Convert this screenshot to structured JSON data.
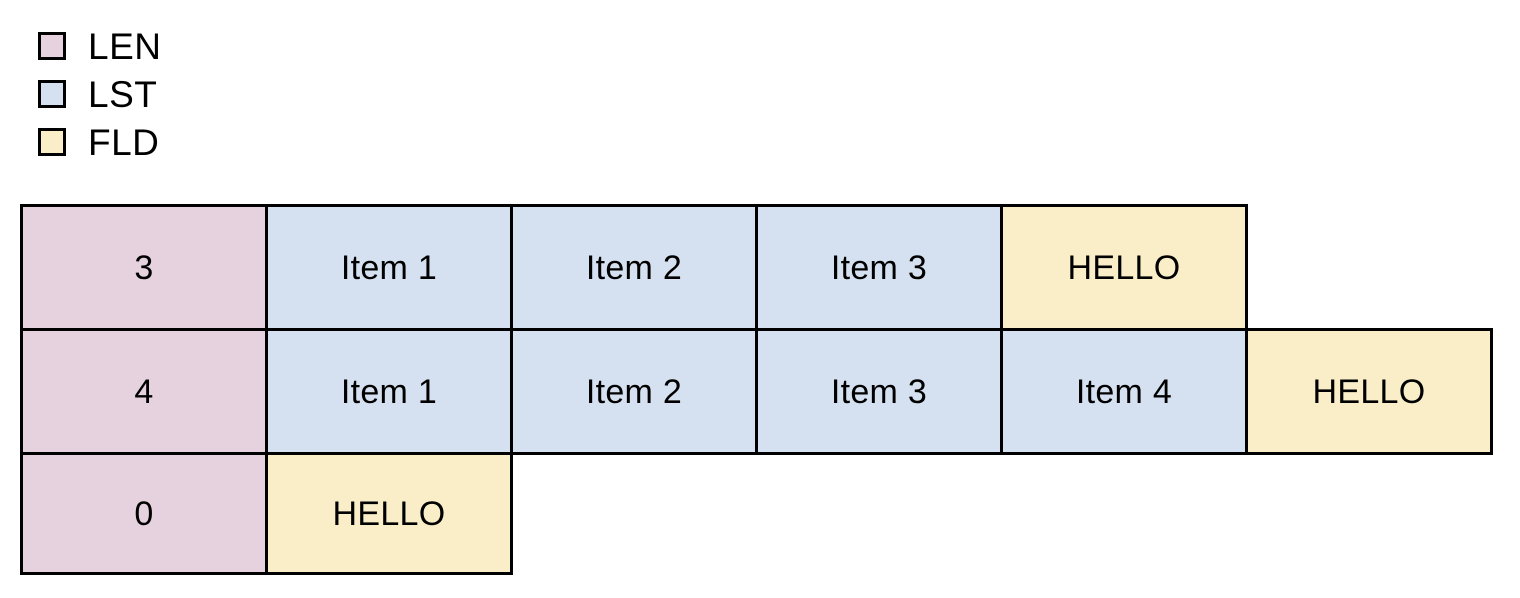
{
  "page": {
    "background_color": "#ffffff",
    "text_color": "#000000"
  },
  "legend": {
    "items": [
      {
        "key": "LEN",
        "label": "LEN",
        "color": "#e6d2de",
        "border_color": "#000000"
      },
      {
        "key": "LST",
        "label": "LST",
        "color": "#d5e1f0",
        "border_color": "#000000"
      },
      {
        "key": "FLD",
        "label": "FLD",
        "color": "#faeec8",
        "border_color": "#000000"
      }
    ]
  },
  "table": {
    "rows": [
      {
        "name": "row-len-3",
        "cells": [
          {
            "text": "3",
            "type": "LEN",
            "color": "#e6d2de"
          },
          {
            "text": "Item 1",
            "type": "LST",
            "color": "#d5e1f0"
          },
          {
            "text": "Item 2",
            "type": "LST",
            "color": "#d5e1f0"
          },
          {
            "text": "Item 3",
            "type": "LST",
            "color": "#d5e1f0"
          },
          {
            "text": "HELLO",
            "type": "FLD",
            "color": "#faeec8"
          }
        ]
      },
      {
        "name": "row-len-4",
        "cells": [
          {
            "text": "4",
            "type": "LEN",
            "color": "#e6d2de"
          },
          {
            "text": "Item 1",
            "type": "LST",
            "color": "#d5e1f0"
          },
          {
            "text": "Item 2",
            "type": "LST",
            "color": "#d5e1f0"
          },
          {
            "text": "Item 3",
            "type": "LST",
            "color": "#d5e1f0"
          },
          {
            "text": "Item 4",
            "type": "LST",
            "color": "#d5e1f0"
          },
          {
            "text": "HELLO",
            "type": "FLD",
            "color": "#faeec8"
          }
        ]
      },
      {
        "name": "row-len-0",
        "cells": [
          {
            "text": "0",
            "type": "LEN",
            "color": "#e6d2de"
          },
          {
            "text": "HELLO",
            "type": "FLD",
            "color": "#faeec8"
          }
        ]
      }
    ]
  }
}
